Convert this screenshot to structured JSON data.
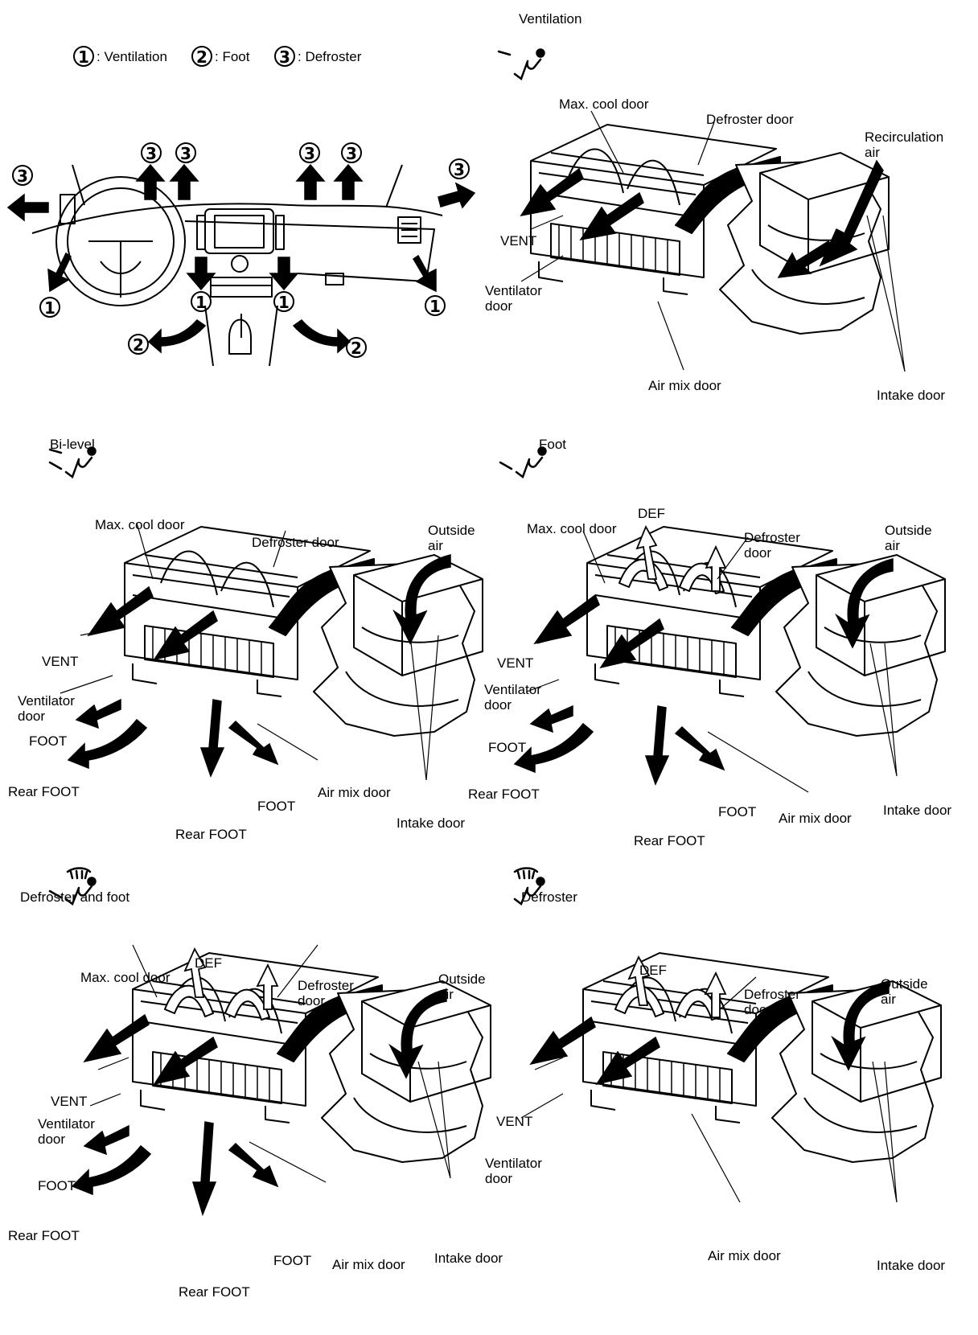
{
  "legend": {
    "items": [
      {
        "num": "1",
        "text": ": Ventilation"
      },
      {
        "num": "2",
        "text": ": Foot"
      },
      {
        "num": "3",
        "text": ": Defroster"
      }
    ]
  },
  "dashboard": {
    "nums": {
      "vent": "1",
      "foot": "2",
      "def": "3"
    }
  },
  "panels": {
    "ventilation": {
      "title": "Ventilation",
      "labels": {
        "max_cool": "Max. cool door",
        "defroster": "Defroster door",
        "air_source": [
          "Recirculation",
          "air"
        ],
        "vent": "VENT",
        "ventilator": [
          "Ventilator",
          "door"
        ],
        "air_mix": "Air mix door",
        "intake": "Intake door"
      }
    },
    "bilevel": {
      "title": "Bi-level",
      "labels": {
        "max_cool": "Max. cool door",
        "defroster": "Defroster door",
        "air_source": [
          "Outside",
          "air"
        ],
        "vent": "VENT",
        "ventilator": [
          "Ventilator",
          "door"
        ],
        "foot": "FOOT",
        "rear_foot_left": "Rear FOOT",
        "foot_center": "FOOT",
        "rear_foot_center": "Rear FOOT",
        "air_mix": "Air mix door",
        "intake": "Intake door"
      }
    },
    "foot": {
      "title": "Foot",
      "labels": {
        "def": "DEF",
        "max_cool": "Max. cool door",
        "defroster": [
          "Defroster",
          "door"
        ],
        "air_source": [
          "Outside",
          "air"
        ],
        "vent": "VENT",
        "ventilator": [
          "Ventilator",
          "door"
        ],
        "foot": "FOOT",
        "rear_foot_left": "Rear FOOT",
        "foot_center": "FOOT",
        "rear_foot_center": "Rear FOOT",
        "air_mix": "Air mix door",
        "intake": "Intake door"
      }
    },
    "def_foot": {
      "title": "Defroster and foot",
      "labels": {
        "def": "DEF",
        "max_cool": "Max. cool door",
        "defroster": [
          "Defroster",
          "door"
        ],
        "air_source": [
          "Outside",
          "air"
        ],
        "vent": "VENT",
        "ventilator": [
          "Ventilator",
          "door"
        ],
        "foot": "FOOT",
        "rear_foot_left": "Rear FOOT",
        "foot_center": "FOOT",
        "rear_foot_center": "Rear FOOT",
        "air_mix": "Air mix door",
        "intake": "Intake door"
      }
    },
    "defroster": {
      "title": "Defroster",
      "labels": {
        "def": "DEF",
        "defroster": [
          "Defroster",
          "door"
        ],
        "air_source": [
          "Outside",
          "air"
        ],
        "vent": "VENT",
        "ventilator": [
          "Ventilator",
          "door"
        ],
        "air_mix": "Air mix door",
        "intake": "Intake door"
      }
    }
  }
}
